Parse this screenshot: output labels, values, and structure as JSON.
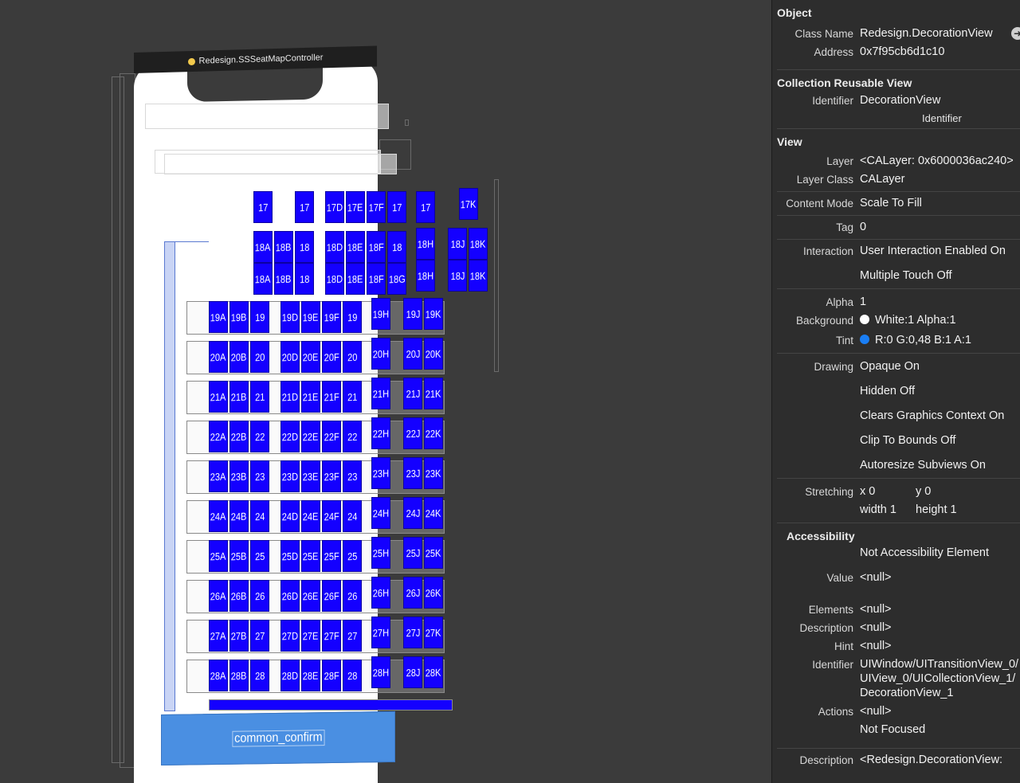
{
  "canvas": {
    "controller_title": "Redesign.SSSeatMapController",
    "confirm_label": "common_confirm",
    "seat_rows": [
      {
        "row": "17",
        "seats": [
          {
            "c": "17"
          },
          {
            "c": "17"
          },
          {
            "c": "17D"
          },
          {
            "c": "17E"
          },
          {
            "c": "17F"
          },
          {
            "c": "17"
          },
          {
            "c": "17"
          },
          {
            "c": "17K"
          }
        ]
      },
      {
        "row": "18a",
        "seats": [
          {
            "c": "18A"
          },
          {
            "c": "18B"
          },
          {
            "c": "18"
          },
          {
            "c": "18D"
          },
          {
            "c": "18E"
          },
          {
            "c": "18F"
          },
          {
            "c": "18"
          },
          {
            "c": "18H"
          },
          {
            "c": "18J"
          },
          {
            "c": "18K"
          }
        ]
      },
      {
        "row": "18b",
        "seats": [
          {
            "c": "18A"
          },
          {
            "c": "18B"
          },
          {
            "c": "18"
          },
          {
            "c": "18D"
          },
          {
            "c": "18E"
          },
          {
            "c": "18F"
          },
          {
            "c": "18G"
          },
          {
            "c": "18H"
          },
          {
            "c": "18J"
          },
          {
            "c": "18K"
          }
        ]
      },
      {
        "row": "19",
        "seats": [
          {
            "c": "19A"
          },
          {
            "c": "19B"
          },
          {
            "c": "19"
          },
          {
            "c": "19D"
          },
          {
            "c": "19E"
          },
          {
            "c": "19F"
          },
          {
            "c": "19"
          },
          {
            "c": "19H"
          },
          {
            "c": "19J"
          },
          {
            "c": "19K"
          }
        ]
      },
      {
        "row": "20",
        "seats": [
          {
            "c": "20A"
          },
          {
            "c": "20B"
          },
          {
            "c": "20"
          },
          {
            "c": "20D"
          },
          {
            "c": "20E"
          },
          {
            "c": "20F"
          },
          {
            "c": "20"
          },
          {
            "c": "20H"
          },
          {
            "c": "20J"
          },
          {
            "c": "20K"
          }
        ]
      },
      {
        "row": "21",
        "seats": [
          {
            "c": "21A"
          },
          {
            "c": "21B"
          },
          {
            "c": "21"
          },
          {
            "c": "21D"
          },
          {
            "c": "21E"
          },
          {
            "c": "21F"
          },
          {
            "c": "21"
          },
          {
            "c": "21H"
          },
          {
            "c": "21J"
          },
          {
            "c": "21K"
          }
        ]
      },
      {
        "row": "22",
        "seats": [
          {
            "c": "22A"
          },
          {
            "c": "22B"
          },
          {
            "c": "22"
          },
          {
            "c": "22D"
          },
          {
            "c": "22E"
          },
          {
            "c": "22F"
          },
          {
            "c": "22"
          },
          {
            "c": "22H"
          },
          {
            "c": "22J"
          },
          {
            "c": "22K"
          }
        ]
      },
      {
        "row": "23",
        "seats": [
          {
            "c": "23A"
          },
          {
            "c": "23B"
          },
          {
            "c": "23"
          },
          {
            "c": "23D"
          },
          {
            "c": "23E"
          },
          {
            "c": "23F"
          },
          {
            "c": "23"
          },
          {
            "c": "23H"
          },
          {
            "c": "23J"
          },
          {
            "c": "23K"
          }
        ]
      },
      {
        "row": "24",
        "seats": [
          {
            "c": "24A"
          },
          {
            "c": "24B"
          },
          {
            "c": "24"
          },
          {
            "c": "24D"
          },
          {
            "c": "24E"
          },
          {
            "c": "24F"
          },
          {
            "c": "24"
          },
          {
            "c": "24H"
          },
          {
            "c": "24J"
          },
          {
            "c": "24K"
          }
        ]
      },
      {
        "row": "25",
        "seats": [
          {
            "c": "25A"
          },
          {
            "c": "25B"
          },
          {
            "c": "25"
          },
          {
            "c": "25D"
          },
          {
            "c": "25E"
          },
          {
            "c": "25F"
          },
          {
            "c": "25"
          },
          {
            "c": "25H"
          },
          {
            "c": "25J"
          },
          {
            "c": "25K"
          }
        ]
      },
      {
        "row": "26",
        "seats": [
          {
            "c": "26A"
          },
          {
            "c": "26B"
          },
          {
            "c": "26"
          },
          {
            "c": "26D"
          },
          {
            "c": "26E"
          },
          {
            "c": "26F"
          },
          {
            "c": "26"
          },
          {
            "c": "26H"
          },
          {
            "c": "26J"
          },
          {
            "c": "26K"
          }
        ]
      },
      {
        "row": "27",
        "seats": [
          {
            "c": "27A"
          },
          {
            "c": "27B"
          },
          {
            "c": "27"
          },
          {
            "c": "27D"
          },
          {
            "c": "27E"
          },
          {
            "c": "27F"
          },
          {
            "c": "27"
          },
          {
            "c": "27H"
          },
          {
            "c": "27J"
          },
          {
            "c": "27K"
          }
        ]
      },
      {
        "row": "28",
        "seats": [
          {
            "c": "28A"
          },
          {
            "c": "28B"
          },
          {
            "c": "28"
          },
          {
            "c": "28D"
          },
          {
            "c": "28E"
          },
          {
            "c": "28F"
          },
          {
            "c": "28"
          },
          {
            "c": "28H"
          },
          {
            "c": "28J"
          },
          {
            "c": "28K"
          }
        ]
      }
    ],
    "seat_color": "#1400ff"
  },
  "inspector": {
    "object": {
      "title": "Object",
      "class_name_label": "Class Name",
      "class_name": "Redesign.DecorationView",
      "address_label": "Address",
      "address": "0x7f95cb6d1c10"
    },
    "collection": {
      "title": "Collection Reusable View",
      "identifier_label": "Identifier",
      "identifier": "DecorationView",
      "identifier_caption": "Identifier"
    },
    "view": {
      "title": "View",
      "layer_label": "Layer",
      "layer": "<CALayer: 0x6000036ac240>",
      "layer_class_label": "Layer Class",
      "layer_class": "CALayer",
      "content_mode_label": "Content Mode",
      "content_mode": "Scale To Fill",
      "tag_label": "Tag",
      "tag": "0",
      "interaction_label": "Interaction",
      "interaction_1": "User Interaction Enabled On",
      "interaction_2": "Multiple Touch Off",
      "alpha_label": "Alpha",
      "alpha": "1",
      "background_label": "Background",
      "background": "White:1 Alpha:1",
      "background_color": "#ffffff",
      "tint_label": "Tint",
      "tint": "R:0 G:0,48 B:1 A:1",
      "tint_color": "#1a7ef5",
      "drawing_label": "Drawing",
      "drawing_1": "Opaque On",
      "drawing_2": "Hidden Off",
      "drawing_3": "Clears Graphics Context On",
      "drawing_4": "Clip To Bounds Off",
      "drawing_5": "Autoresize Subviews On",
      "stretching_label": "Stretching",
      "stretch_x": "x  0",
      "stretch_y": "y  0",
      "stretch_w": "width  1",
      "stretch_h": "height  1"
    },
    "accessibility": {
      "title": "Accessibility",
      "not_element": "Not Accessibility Element",
      "value_label": "Value",
      "value": "<null>",
      "elements_label": "Elements",
      "elements": "<null>",
      "description_label": "Description",
      "description": "<null>",
      "hint_label": "Hint",
      "hint": "<null>",
      "identifier_label": "Identifier",
      "identifier_1": "UIWindow/UITransitionView_0/",
      "identifier_2": "UIView_0/UICollectionView_1/",
      "identifier_3": "DecorationView_1",
      "actions_label": "Actions",
      "actions": "<null>",
      "focus": "Not Focused"
    },
    "description_row": {
      "label": "Description",
      "value": "<Redesign.DecorationView:"
    }
  }
}
